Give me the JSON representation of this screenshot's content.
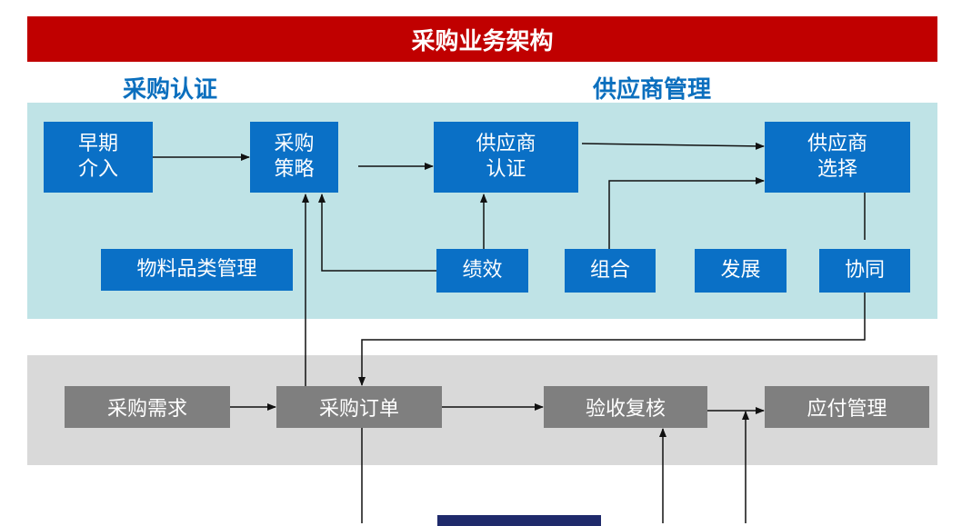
{
  "title": "采购业务架构",
  "sections": {
    "certification": "采购认证",
    "supplier_management": "供应商管理"
  },
  "nodes": {
    "early_involvement": "早期\n介入",
    "purchasing_strategy": "采购\n策略",
    "supplier_certification": "供应商\n认证",
    "supplier_selection": "供应商\n选择",
    "material_category_mgmt": "物料品类管理",
    "performance": "绩效",
    "portfolio": "组合",
    "development": "发展",
    "collaboration": "协同"
  },
  "process": {
    "purchase_demand": "采购需求",
    "purchase_order": "采购订单",
    "inspection_review": "验收复核",
    "payables_mgmt": "应付管理"
  },
  "colors": {
    "banner": "#c00000",
    "section_label": "#0b6fbe",
    "blue_panel": "#bfe3e6",
    "blue_box": "#0a70c6",
    "gray_panel": "#d9d9d9",
    "gray_box": "#7f7f7f",
    "navy_block": "#1f2a6b"
  }
}
